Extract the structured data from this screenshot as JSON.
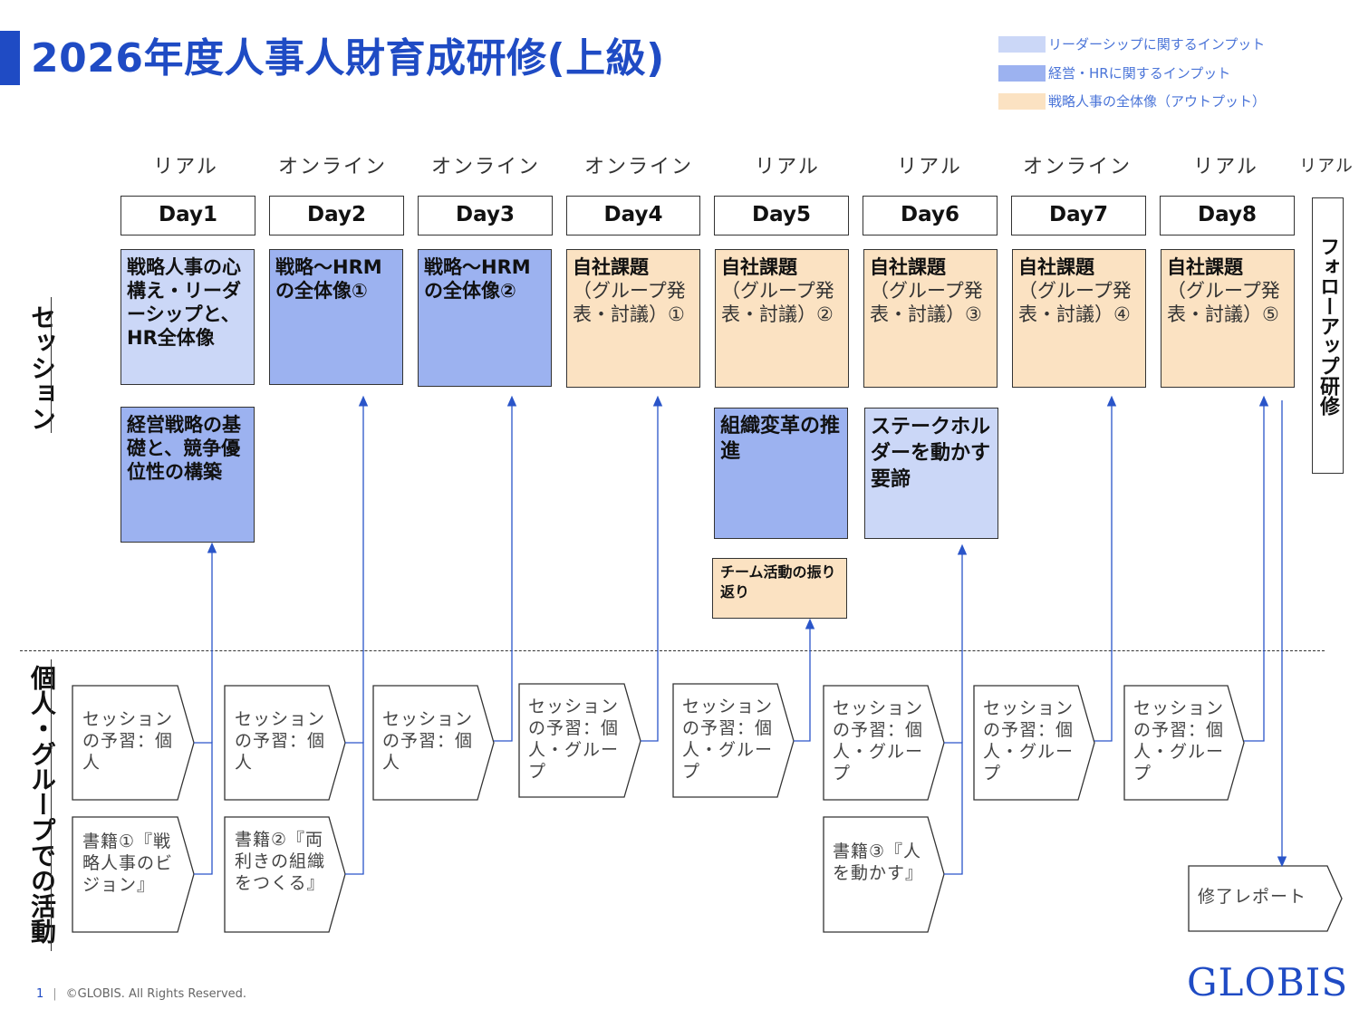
{
  "title": "2026年度人事人財育成研修(上級)",
  "legend": [
    {
      "label": "リーダーシップに関するインプット",
      "color": "#cbd7f7"
    },
    {
      "label": "経営・HRに関するインプット",
      "color": "#9cb2f0"
    },
    {
      "label": "戦略人事の全体像（アウトプット）",
      "color": "#fbe2c2"
    }
  ],
  "modes": [
    "リアル",
    "オンライン",
    "オンライン",
    "オンライン",
    "リアル",
    "リアル",
    "オンライン",
    "リアル",
    "リアル"
  ],
  "days": [
    "Day1",
    "Day2",
    "Day3",
    "Day4",
    "Day5",
    "Day6",
    "Day7",
    "Day8"
  ],
  "section_labels": {
    "sessions": "セッション",
    "activities": "個人・グループでの活動"
  },
  "sessions": {
    "day1_top": "戦略人事の心構え・リーダーシップと、HR全体像",
    "day1_bottom": "経営戦略の基礎と、競争優位性の構築",
    "day2": "戦略～HRMの全体像①",
    "day3": "戦略～HRMの全体像②",
    "group_title": "自社課題",
    "group_subs": [
      "（グループ発表・討議）①",
      "（グループ発表・討議）②",
      "（グループ発表・討議）③",
      "（グループ発表・討議）④",
      "（グループ発表・討議）⑤"
    ],
    "day5_bottom": "組織変革の推進",
    "day5_team": "チーム活動の振り返り",
    "day6_bottom": "ステークホルダーを動かす要諦",
    "follow_up": "フォローアップ研修"
  },
  "activities": {
    "prep": [
      "セッションの予習：個人",
      "セッションの予習：個人",
      "セッションの予習：個人",
      "セッションの予習：個人・グループ",
      "セッションの予習：個人・グループ",
      "セッションの予習：個人・グループ",
      "セッションの予習：個人・グループ",
      "セッションの予習：個人・グループ"
    ],
    "books": [
      "書籍①『戦略人事のビジョン』",
      "書籍②『両利きの組織をつくる』",
      "書籍③『人を動かす』"
    ],
    "report": "修了レポート"
  },
  "footer": {
    "page": "1",
    "copyright": "©GLOBIS. All Rights Reserved."
  },
  "logo": "GLOBIS",
  "colors": {
    "accent": "#1f4bc4",
    "arrow": "#2a55c9"
  }
}
